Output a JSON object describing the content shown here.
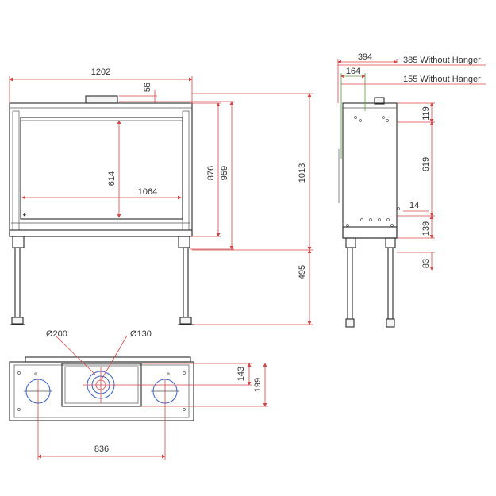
{
  "drawing": {
    "colors": {
      "outline": "#2a2a2a",
      "dimension": "#d04848",
      "dimension_alt": "#5a9a3a",
      "flue": "#3a5fc8"
    },
    "front_view": {
      "overall_width": "1202",
      "top_collar_height": "56",
      "opening_height": "614",
      "opening_width": "1064",
      "body_height_876": "876",
      "body_height_959": "959",
      "total_height": "1013",
      "leg_height": "495"
    },
    "side_view": {
      "depth_total": "394",
      "depth_hanger_385": "385 Without Hanger",
      "depth_164": "164",
      "depth_hanger_155": "155 Without Hanger",
      "top_offset": "119",
      "mid_height": "619",
      "small_gap": "14",
      "lower_height": "139",
      "base_offset": "83"
    },
    "top_view": {
      "diameter_200": "Ø200",
      "diameter_130": "Ø130",
      "depth_143": "143",
      "depth_199": "199",
      "inlet_spacing": "836"
    }
  }
}
